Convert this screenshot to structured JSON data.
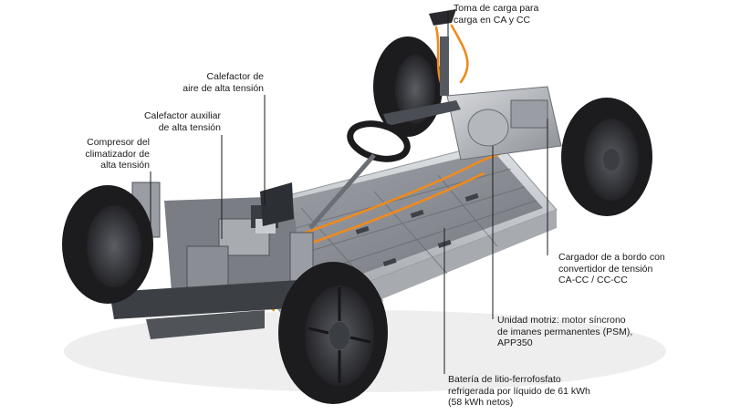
{
  "callouts": {
    "charging_socket": {
      "lines": [
        "Toma de carga para",
        "carga en CA y CC"
      ]
    },
    "air_heater": {
      "lines": [
        "Calefactor de",
        "aire de alta tensión"
      ]
    },
    "aux_heater": {
      "lines": [
        "Calefactor auxiliar",
        "de alta tensión"
      ]
    },
    "ac_compressor": {
      "lines": [
        "Compresor del",
        "climatizador de",
        "alta tensión"
      ]
    },
    "onboard_charger": {
      "lines": [
        "Cargador de a bordo con",
        "convertidor de tensión",
        "CA-CC / CC-CC"
      ]
    },
    "drive_unit": {
      "lines": [
        "Unidad motriz: motor síncrono",
        "de imanes permanentes (PSM),",
        "APP350"
      ]
    },
    "battery": {
      "lines": [
        "Batería de litio-ferrofosfato",
        "refrigerada por líquido de 61 kWh",
        "(58 kWh netos)"
      ]
    }
  },
  "colors": {
    "leader": "#1a1a1a",
    "hv_cable": "#f08a1c",
    "tire": "#1c1c1e",
    "rim": "#2a2a2e",
    "battery_top": "#8d9197",
    "battery_frame": "#c9ccd0",
    "metal": "#6b6f75"
  }
}
